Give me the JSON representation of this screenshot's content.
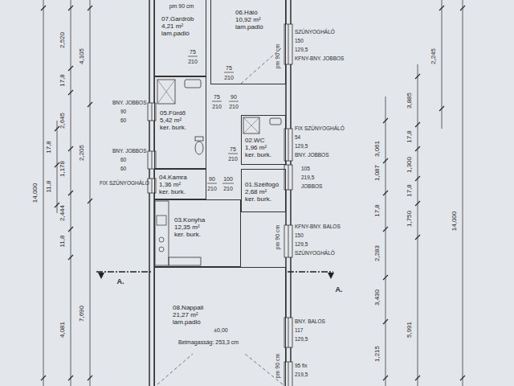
{
  "diagram": {
    "nodes": [
      {
        "text": [
          "07.Gardrób",
          "4,21 m²",
          "lam.padló"
        ]
      },
      {
        "text": [
          "06.Háló",
          "10,92 m²",
          "lam.padló"
        ]
      },
      {
        "text": [
          "05.Fürdő",
          "5,42 m²",
          "ker. burk."
        ]
      },
      {
        "text": [
          "02.WC",
          "1,96 m²",
          "ker. burk."
        ]
      },
      {
        "text": [
          "04.Kamra",
          "1,36 m²",
          "ker. burk."
        ]
      },
      {
        "text": [
          "01.Szélfogó",
          "2,68 m²",
          "ker. burk."
        ]
      },
      {
        "text": [
          "03.Konyha",
          "12,35 m²",
          "ker. burk."
        ]
      },
      {
        "text": [
          "08.Nappali",
          "21,27 m²",
          "lam.padló"
        ]
      }
    ],
    "labels": [
      "pm 90 cm",
      "pm 90 cm",
      "pm 90 cm",
      "pm 90 cm",
      "75",
      "210",
      "75",
      "210",
      "75",
      "210",
      "90",
      "210",
      "75",
      "210",
      "90",
      "210",
      "100",
      "210",
      "SZÚNYOGHÁLÓ",
      "150",
      "129,5",
      "KFNY-BNY. JOBBOS",
      "FIX SZÚNYOGHÁLÓ",
      "54",
      "129,5",
      "BNY. JOBBOS",
      "105",
      "219,5",
      "JOBBOS",
      "KFNY-BNY. BALOS",
      "150",
      "129,5",
      "SZÚNYOGHÁLÓ",
      "BNY. BALOS",
      "117",
      "129,5",
      "95 fix",
      "219,5",
      "BNY. JOBBOS",
      "90",
      "60",
      "BNY. JOBBOS",
      "60",
      "60",
      "FIX SZÚNYOGHÁLÓ",
      "2,520",
      "4,105",
      "17,8",
      "2,645",
      "17,8",
      "2,205",
      "1,178",
      "11,8",
      "14,000",
      "2,444",
      "11,8",
      "7,690",
      "4,081",
      "2,245",
      "3,885",
      "17,8",
      "3,061",
      "1,300",
      "1,087",
      "17,8",
      "17,8",
      "1,750",
      "14,000",
      "2,283",
      "3,430",
      "5,991",
      "1,215",
      "A.",
      "A.",
      "±0,00",
      "Belmagasság: 253,3 cm"
    ]
  }
}
